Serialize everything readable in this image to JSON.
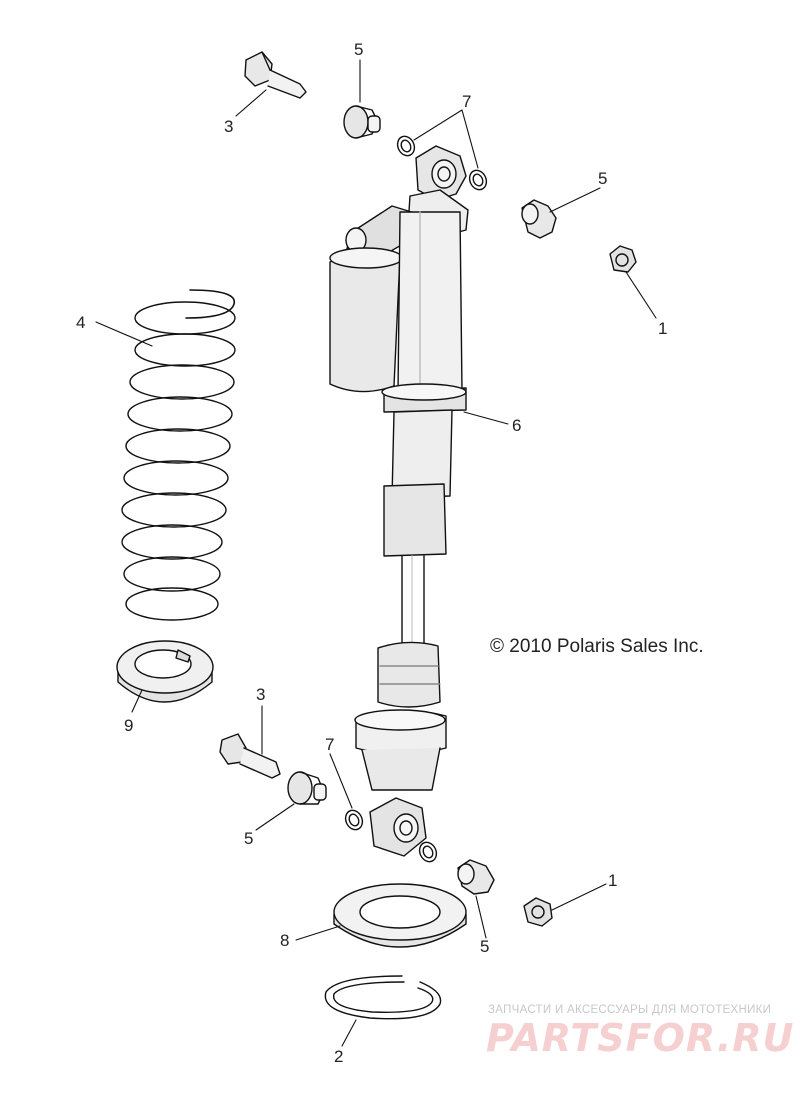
{
  "copyright": "© 2010 Polaris Sales Inc.",
  "watermark": {
    "tagline": "ЗАПЧАСТИ И АКСЕССУАРЫ ДЛЯ МОТОТЕХНИКИ",
    "logo": "PARTSFOR.RU"
  },
  "callouts": {
    "bolt_top": "3",
    "bushing_top": "5",
    "orings_top": "7",
    "bushing_right_top": "5",
    "nut_top": "1",
    "spring": "4",
    "shock": "6",
    "spring_seat": "9",
    "bolt_bottom": "3",
    "oring_bottom": "7",
    "bushing_bottom_left": "5",
    "nut_bottom": "1",
    "bushing_bottom_right": "5",
    "retainer": "8",
    "snap_ring": "2"
  },
  "colors": {
    "line": "#111111",
    "shade": "#dcdcdc",
    "light": "#f2f2f2"
  }
}
